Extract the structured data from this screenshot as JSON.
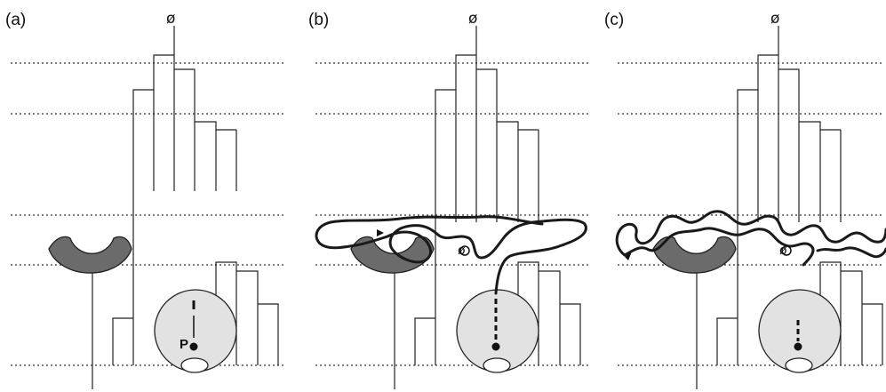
{
  "panels": [
    {
      "label": "(a)",
      "top_symbol": "ø",
      "point_label": "P"
    },
    {
      "label": "(b)",
      "top_symbol": "ø",
      "inner_symbol": "ø"
    },
    {
      "label": "(c)",
      "top_symbol": "ø",
      "inner_symbol": "ø"
    }
  ],
  "colors": {
    "crescent_fill": "#6b6b6b",
    "circle_fill": "#e2e2e2",
    "line_color": "#222222"
  }
}
